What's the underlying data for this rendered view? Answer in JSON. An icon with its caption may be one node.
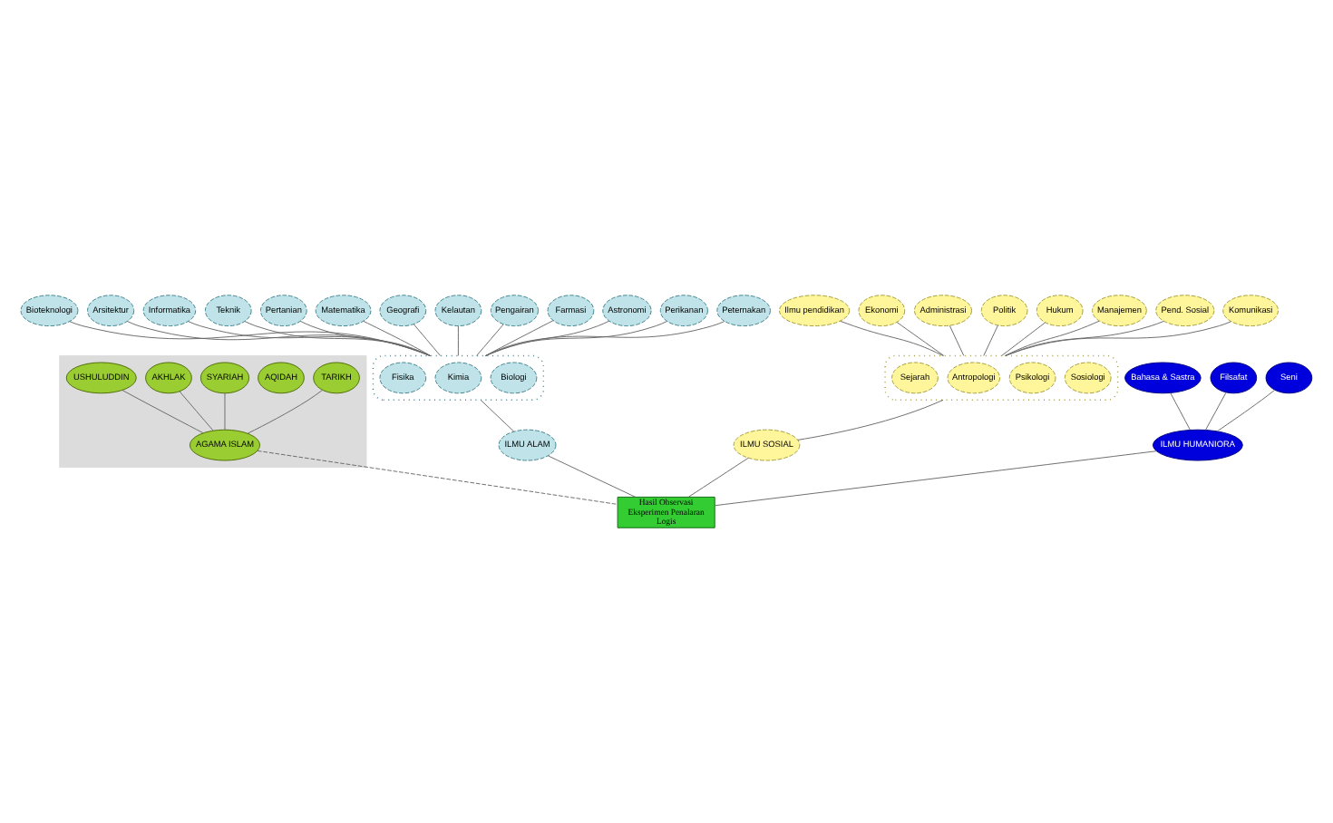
{
  "diagram": {
    "nodes": [
      {
        "text": [],
        "shape": "box"
      },
      {
        "text": [
          "TARIKH"
        ],
        "in": 0
      },
      {
        "text": [
          "AQIDAH"
        ],
        "in": 0
      },
      {
        "text": [
          "SYARIAH"
        ],
        "in": 0
      },
      {
        "text": [
          "AKHLAK"
        ],
        "in": 0
      },
      {
        "text": [
          "USHULUDDIN"
        ],
        "in": 0
      },
      {
        "text": [
          "AGAMA ISLAM"
        ],
        "in": 0
      },
      {
        "text": [
          "Bioteknologi"
        ]
      },
      {
        "text": [
          "Arsitektur"
        ]
      },
      {
        "text": [
          "Informatika"
        ]
      },
      {
        "text": [
          "Teknik"
        ]
      },
      {
        "text": [
          "Pertanian"
        ]
      },
      {
        "text": [
          "Matematika"
        ]
      },
      {
        "text": [
          "Geografi"
        ]
      },
      {
        "text": [
          "Kelautan"
        ]
      },
      {
        "text": [
          "Pengairan"
        ]
      },
      {
        "text": [
          "Farmasi"
        ]
      },
      {
        "text": [
          "Astronomi"
        ]
      },
      {
        "text": [
          "Perikanan"
        ]
      },
      {
        "text": [
          "Peternakan"
        ]
      },
      {
        "text": [],
        "shape": "ellipse"
      },
      {
        "text": [
          "Biologi"
        ],
        "in": 20
      },
      {
        "text": [
          "Kimia"
        ],
        "in": 20
      },
      {
        "text": [
          "Fisika"
        ],
        "in": 20
      },
      {
        "text": [
          "ILMU ALAM"
        ]
      },
      {
        "text": [
          "Ilmu pendidikan"
        ]
      },
      {
        "text": [
          "Ekonomi"
        ]
      },
      {
        "text": [
          "Administrasi"
        ]
      },
      {
        "text": [
          "Politik"
        ]
      },
      {
        "text": [
          "Hukum"
        ]
      },
      {
        "text": [
          "Manajemen"
        ]
      },
      {
        "text": [
          "Pend. Sosial"
        ]
      },
      {
        "text": [
          "Komunikasi"
        ]
      },
      {
        "text": [],
        "shape": "ellipse"
      },
      {
        "text": [
          "Sosiologi"
        ],
        "in": 33
      },
      {
        "text": [
          "Psikologi"
        ],
        "in": 33
      },
      {
        "text": [
          "Antropologi"
        ],
        "in": 33
      },
      {
        "text": [
          "Sejarah"
        ],
        "in": 33
      },
      {
        "text": [
          "ILMU SOSIAL"
        ]
      },
      {
        "text": [
          "Bahasa & Sastra"
        ]
      },
      {
        "text": [
          "Filsafat"
        ]
      },
      {
        "text": [
          "Seni"
        ]
      },
      {
        "text": [
          "ILMU HUMANIORA"
        ]
      },
      {
        "text": [
          "Hasil Observasi Eksperimen Penalaran Logis"
        ]
      }
    ],
    "edges": [
      {
        "from": 1,
        "to": 6,
        "arrow": "none"
      },
      {
        "from": 3,
        "to": 6,
        "arrow": "none"
      },
      {
        "from": 4,
        "to": 6,
        "arrow": "none"
      },
      {
        "from": 5,
        "to": 6,
        "arrow": "none"
      },
      {
        "from": 7,
        "to": 20,
        "arrow": "none"
      },
      {
        "from": 8,
        "to": 20,
        "arrow": "none"
      },
      {
        "from": 9,
        "to": 20,
        "arrow": "none"
      },
      {
        "from": 10,
        "to": 20,
        "arrow": "none"
      },
      {
        "from": 11,
        "to": 20,
        "arrow": "none"
      },
      {
        "from": 12,
        "to": 20,
        "arrow": "none"
      },
      {
        "from": 13,
        "to": 20,
        "arrow": "none"
      },
      {
        "from": 14,
        "to": 20,
        "arrow": "none"
      },
      {
        "from": 15,
        "to": 20,
        "arrow": "none"
      },
      {
        "from": 16,
        "to": 20,
        "arrow": "none"
      },
      {
        "from": 17,
        "to": 20,
        "arrow": "none"
      },
      {
        "from": 18,
        "to": 20,
        "arrow": "none"
      },
      {
        "from": 19,
        "to": 20,
        "arrow": "none"
      },
      {
        "from": 20,
        "to": 24,
        "arrow": "none"
      },
      {
        "from": 25,
        "to": 33,
        "arrow": "none"
      },
      {
        "from": 26,
        "to": 33,
        "arrow": "none"
      },
      {
        "from": 27,
        "to": 33,
        "arrow": "none"
      },
      {
        "from": 28,
        "to": 33,
        "arrow": "none"
      },
      {
        "from": 29,
        "to": 33,
        "arrow": "none"
      },
      {
        "from": 30,
        "to": 33,
        "arrow": "none"
      },
      {
        "from": 31,
        "to": 33,
        "arrow": "none"
      },
      {
        "from": 32,
        "to": 33,
        "arrow": "none"
      },
      {
        "from": 33,
        "to": 38,
        "arrow": "none"
      },
      {
        "from": 39,
        "to": 42,
        "arrow": "none"
      },
      {
        "from": 40,
        "to": 42,
        "arrow": "none"
      },
      {
        "from": 41,
        "to": 42,
        "arrow": "none"
      },
      {
        "from": 6,
        "to": 43,
        "arrow": "none",
        "style": "dashed"
      },
      {
        "from": 24,
        "to": 43,
        "arrow": "none"
      },
      {
        "from": 38,
        "to": 43,
        "arrow": "none"
      },
      {
        "from": 42,
        "to": 43,
        "arrow": "none"
      }
    ]
  }
}
